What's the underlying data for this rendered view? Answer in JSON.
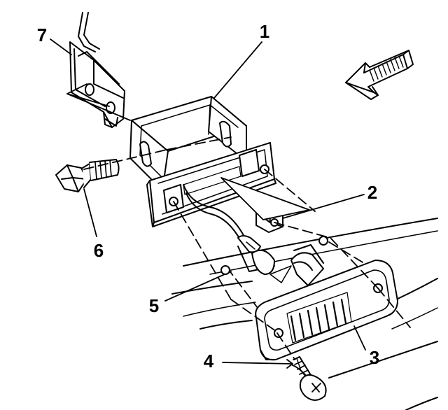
{
  "diagram": {
    "callouts": {
      "c1": "1",
      "c2": "2",
      "c3": "3",
      "c4": "4",
      "c5": "5",
      "c6": "6",
      "c7": "7"
    },
    "colors": {
      "ink": "#000000",
      "paper": "#ffffff",
      "shade": "#d9d9d9"
    },
    "icons": {
      "direction": "arrow-pointing-left-icon"
    }
  }
}
